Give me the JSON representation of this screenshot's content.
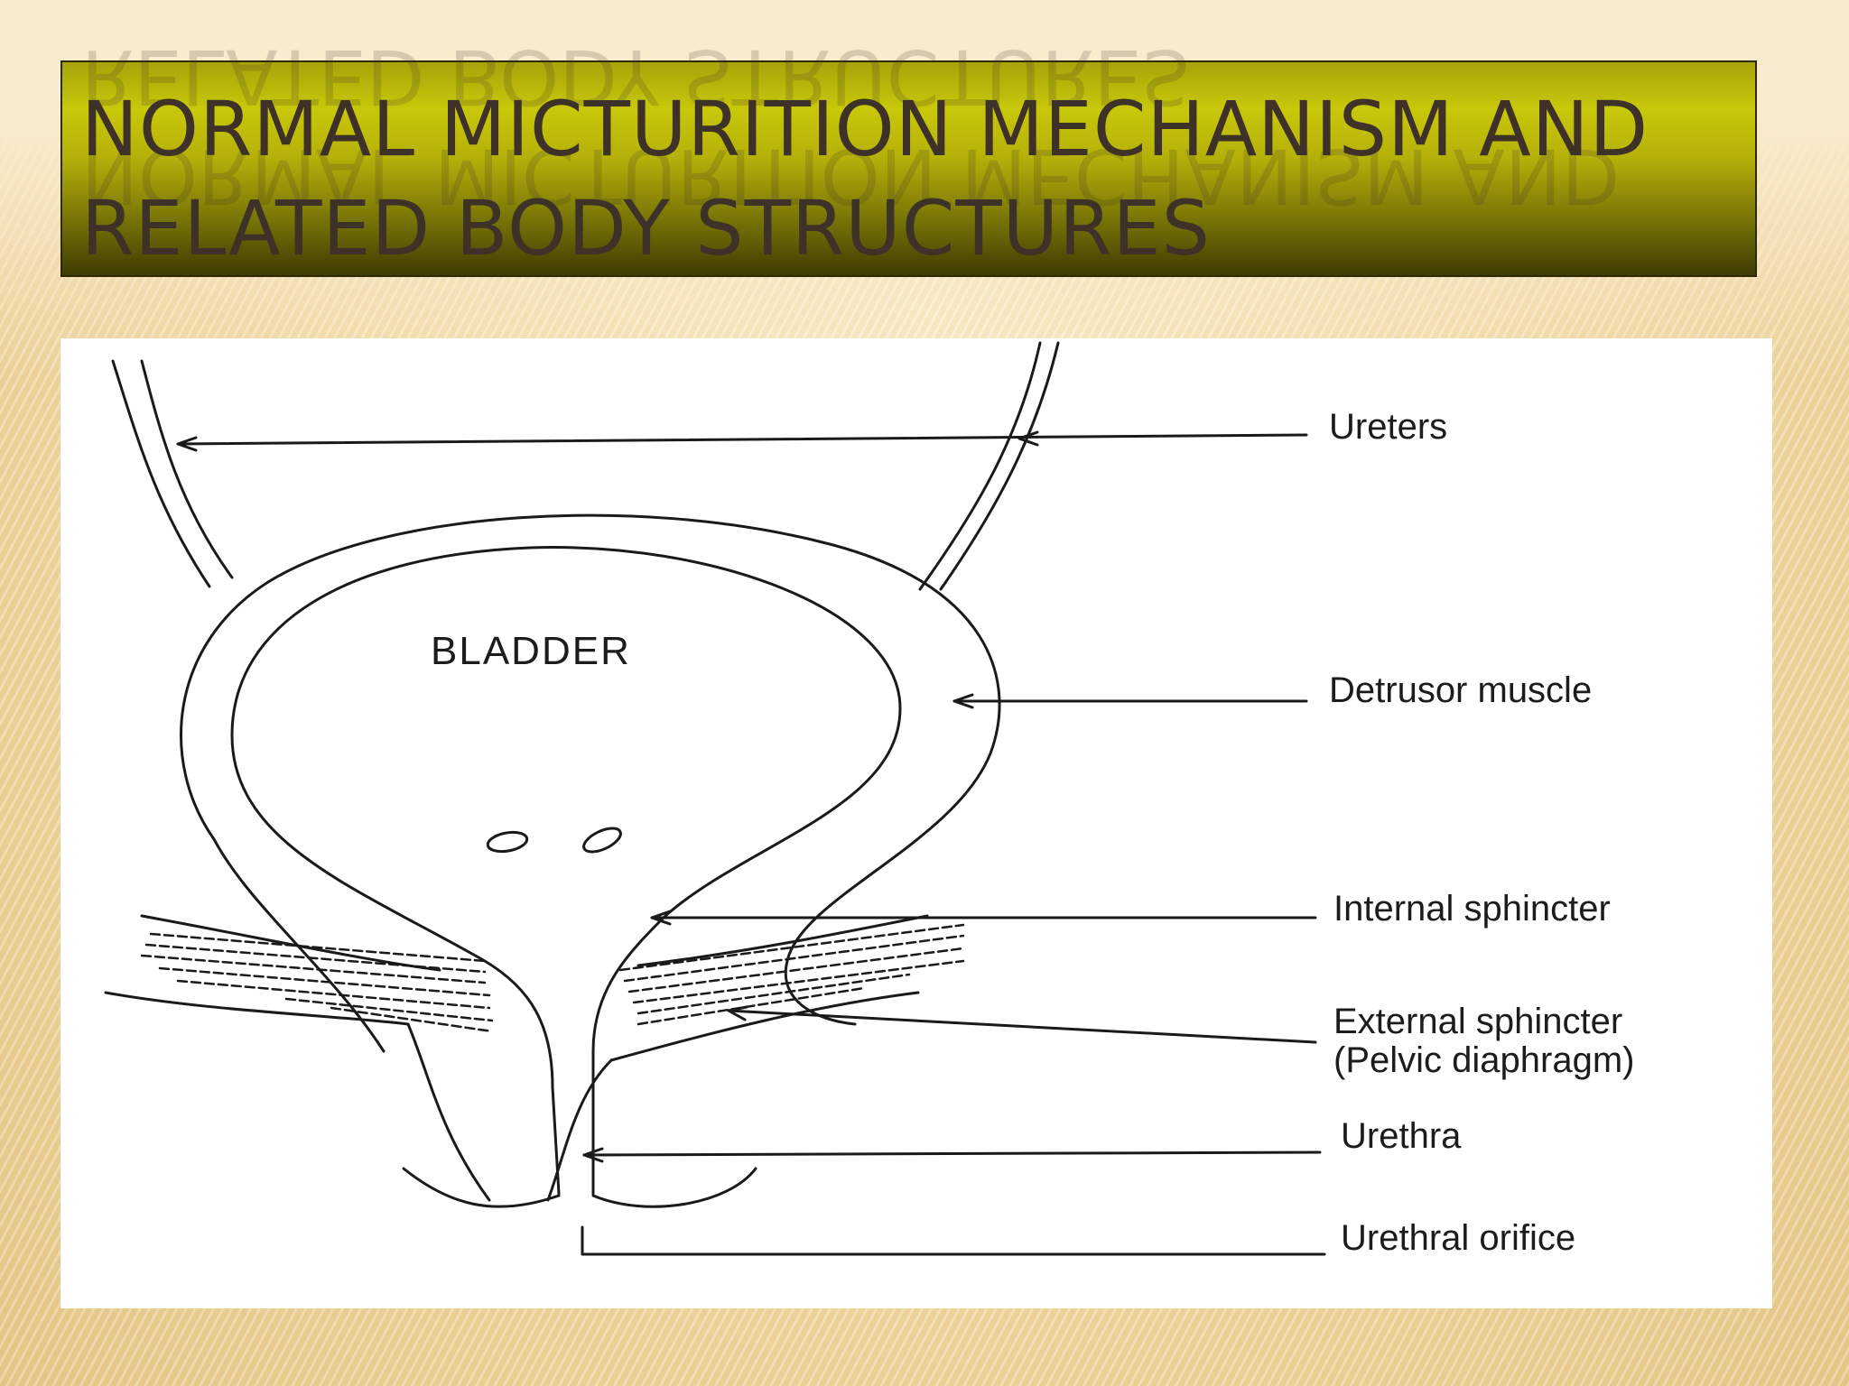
{
  "slide": {
    "title": "NORMAL MICTURITION MECHANISM AND RELATED BODY STRUCTURES"
  },
  "diagram": {
    "organ_label": "BLADDER",
    "labels": {
      "ureters": "Ureters",
      "detrusor": "Detrusor muscle",
      "internal_sphincter": "Internal sphincter",
      "external_sphincter_line1": "External sphincter",
      "external_sphincter_line2": "(Pelvic diaphragm)",
      "urethra": "Urethra",
      "urethral_orifice": "Urethral orifice"
    }
  }
}
